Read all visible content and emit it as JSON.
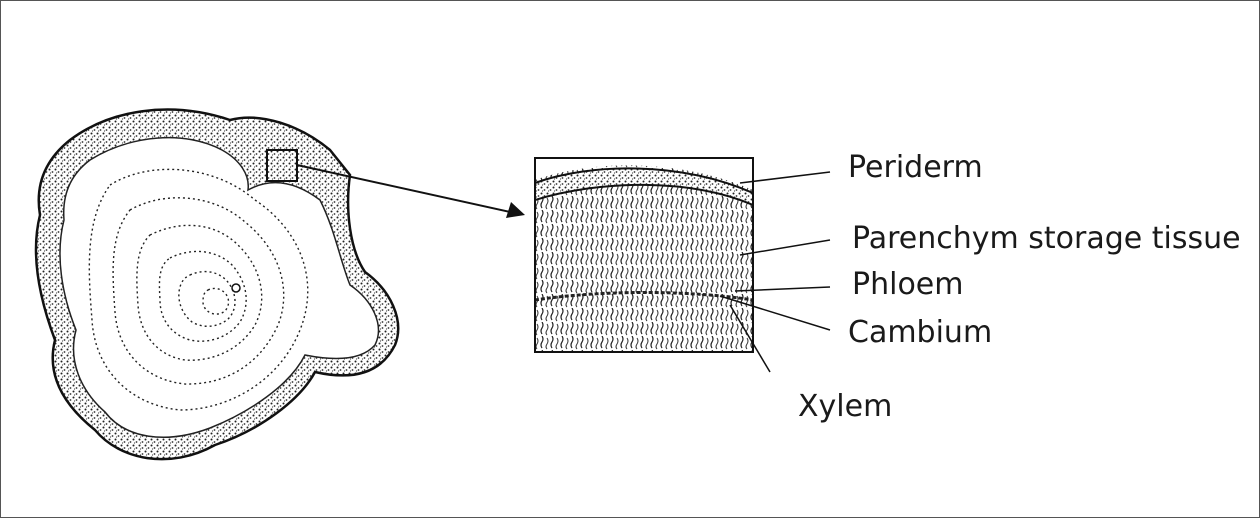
{
  "labels": {
    "periderm": "Periderm",
    "parenchyma": "Parenchym storage tissue",
    "phloem": "Phloem",
    "cambium": "Cambium",
    "xylem": "Xylem"
  },
  "colors": {
    "ink": "#1a1a1a",
    "background": "#ffffff"
  }
}
